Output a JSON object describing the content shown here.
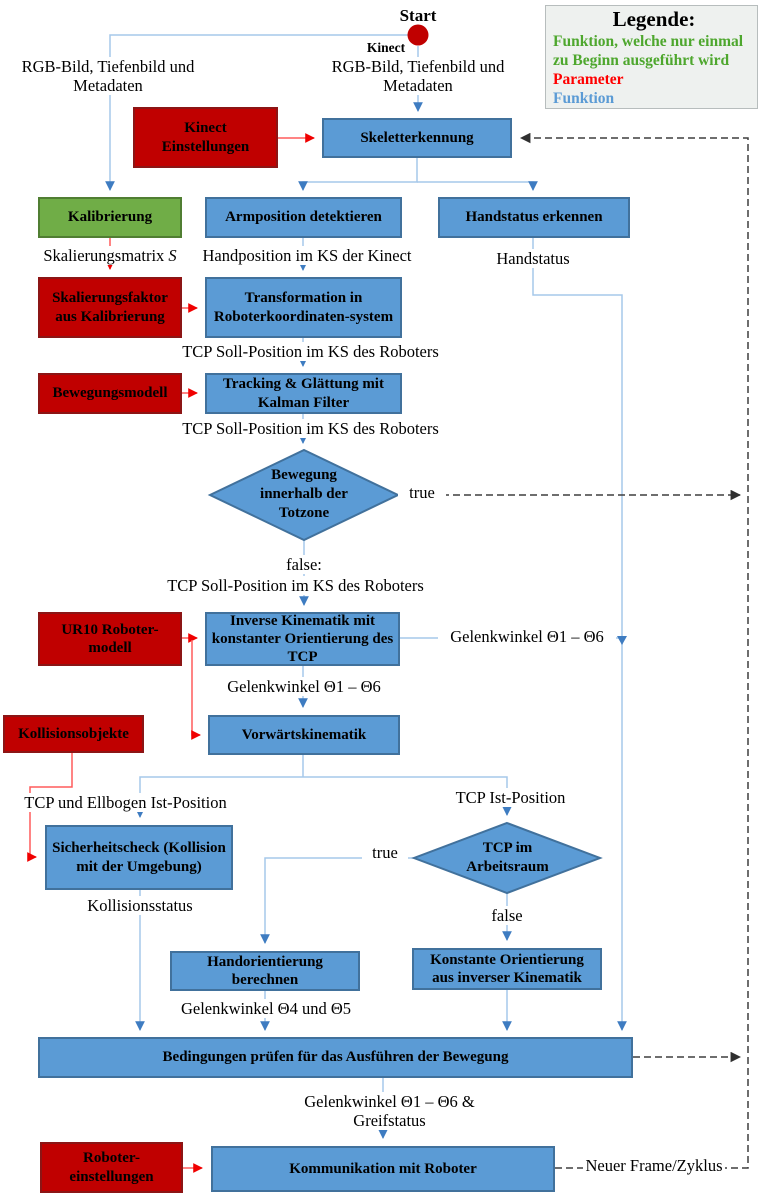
{
  "colors": {
    "function_box_blue": "#5b9bd5",
    "parameter_box_red": "#c00000",
    "init_box_green": "#70ad47",
    "blue_connector": "#a6c8ea",
    "blue_arrowhead": "#3e7cc1",
    "red_connector": "#ff5b5b",
    "dashed_connector": "#3f3f3f",
    "start_dot": "#c00000"
  },
  "start": {
    "label": "Start",
    "device": "Kinect"
  },
  "legend": {
    "title": "Legende:",
    "items": [
      {
        "text": "Funktion, welche nur einmal zu Beginn ausgeführt wird",
        "color": "#4ea72e"
      },
      {
        "text": "Parameter",
        "color": "#ff0000"
      },
      {
        "text": "Funktion",
        "color": "#5b9bd5"
      }
    ]
  },
  "nodes": {
    "kinect_einstellungen": "Kinect Einstellungen",
    "skeletterkennung": "Skeletterkennung",
    "kalibrierung": "Kalibrierung",
    "armposition": "Armposition detektieren",
    "handstatus_erkennen": "Handstatus erkennen",
    "skalierungsfaktor": "Skalierungsfaktor aus Kalibrierung",
    "transformation": "Transformation in Roboterkoordinaten-system",
    "bewegungsmodell": "Bewegungsmodell",
    "tracking": "Tracking & Glättung mit Kalman Filter",
    "totzone": "Bewegung innerhalb der Totzone",
    "ur10": "UR10 Roboter-modell",
    "inverse_kinematik": "Inverse Kinematik mit konstanter Orientierung des TCP",
    "kollisionsobjekte": "Kollisionsobjekte",
    "vorwaertskinematik": "Vorwärtskinematik",
    "sicherheitscheck": "Sicherheitscheck (Kollision mit der Umgebung)",
    "arbeitsraum": "TCP im Arbeitsraum",
    "handorientierung": "Handorientierung berechnen",
    "konstante_orientierung": "Konstante Orientierung aus inverser Kinematik",
    "bedingungen": "Bedingungen prüfen für das Ausführen der Bewegung",
    "roboter_einstellungen": "Roboter-einstellungen",
    "kommunikation": "Kommunikation mit Roboter"
  },
  "labels": {
    "rgb_left": "RGB-Bild, Tiefenbild und Metadaten",
    "rgb_center": "RGB-Bild, Tiefenbild und Metadaten",
    "skalierungsmatrix": "Skalierungsmatrix",
    "skalierungsmatrix_var": "S",
    "handposition": "Handposition im KS der Kinect",
    "handstatus": "Handstatus",
    "tcp_soll_1": "TCP Soll-Position im KS des Roboters",
    "tcp_soll_2": "TCP Soll-Position im KS des Roboters",
    "true_totzone": "true",
    "false_totzone": "false:",
    "tcp_soll_3": "TCP Soll-Position im KS des Roboters",
    "gelenkwinkel_seite": "Gelenkwinkel Θ1 – Θ6",
    "gelenkwinkel_mitte": "Gelenkwinkel Θ1 – Θ6",
    "tcp_ellbogen": "TCP und Ellbogen Ist-Position",
    "tcp_ist": "TCP Ist-Position",
    "kollisionsstatus": "Kollisionsstatus",
    "true_arbeitsraum": "true",
    "false_arbeitsraum": "false",
    "gelenkwinkel_45": "Gelenkwinkel Θ4 und Θ5",
    "gelenkwinkel_greif": "Gelenkwinkel Θ1 – Θ6 & Greifstatus",
    "neuer_frame": "Neuer Frame/Zyklus"
  }
}
